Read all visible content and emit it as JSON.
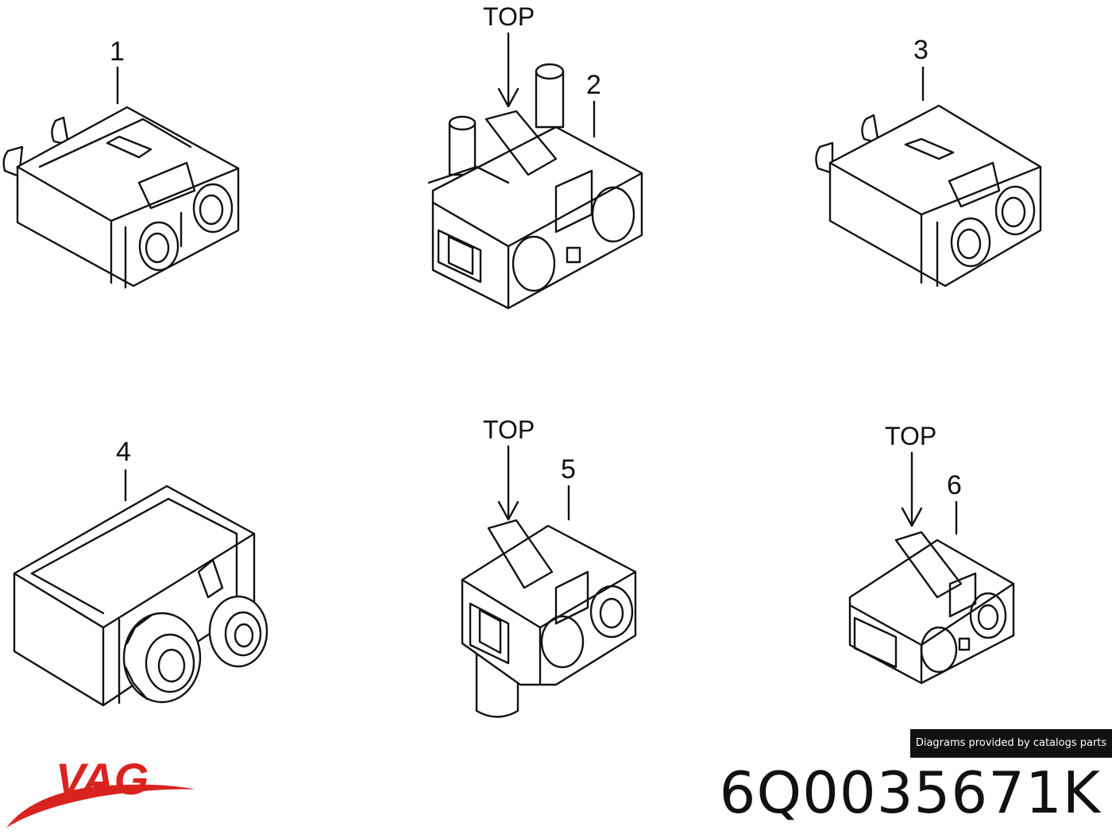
{
  "diagram": {
    "callouts": [
      {
        "id": "1",
        "label": "1"
      },
      {
        "id": "2",
        "label": "2"
      },
      {
        "id": "3",
        "label": "3"
      },
      {
        "id": "4",
        "label": "4"
      },
      {
        "id": "5",
        "label": "5"
      },
      {
        "id": "6",
        "label": "6"
      }
    ],
    "top_labels": [
      "TOP",
      "TOP",
      "TOP"
    ]
  },
  "credit": "Diagrams provided by catalogs parts",
  "part_number": "6Q0035671K",
  "logo_text": "VAG",
  "colors": {
    "line": "#111111",
    "logo_red": "#d9231f",
    "credit_bg": "#111111"
  }
}
